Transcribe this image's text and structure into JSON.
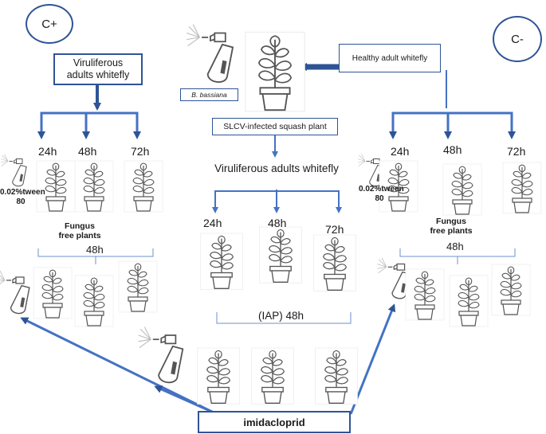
{
  "control_positive": "C+",
  "control_negative": "C-",
  "viruliferous_box": "Viruliferous adults whitefly",
  "healthy_box": "Healthy adult whitefly",
  "fungus_label": "B. bassiana",
  "center_box": "SLCV-infected squash plant",
  "center_viruliferous": "Viruliferous adults whitefly",
  "times": [
    "24h",
    "48h",
    "72h"
  ],
  "tween_label": "0.02%tween 80",
  "fungus_free": "Fungus free plants",
  "h48": "48h",
  "iap": "(IAP) 48h",
  "insecticide_box": "imidacloprid",
  "colors": {
    "arrow": "#4472c4",
    "box_border": "#2f5496",
    "plant": "#555555"
  }
}
